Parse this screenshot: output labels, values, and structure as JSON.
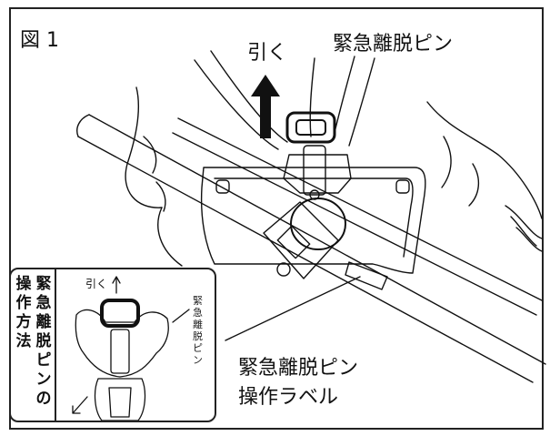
{
  "figure": {
    "label": "図 1",
    "pull_label": "引く",
    "pin_label": "緊急離脱ピン",
    "operation_label_line1": "緊急離脱ピン",
    "operation_label_line2": "操作ラベル"
  },
  "inset": {
    "title_column_1": "緊急離脱ピンの",
    "title_column_2": "操作方法",
    "pull_label": "引く",
    "sticker_text": "緊急離脱ピン"
  }
}
